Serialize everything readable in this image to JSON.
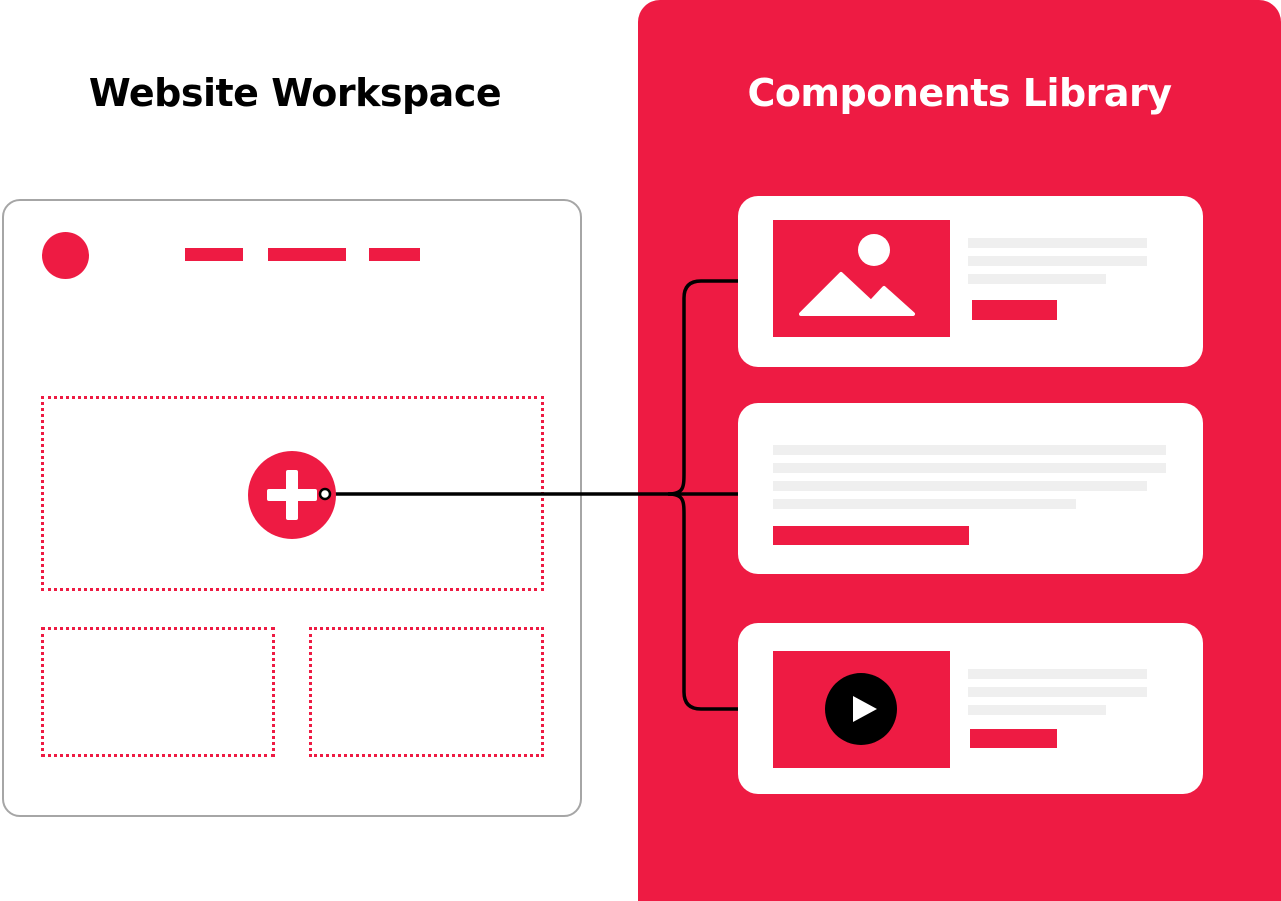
{
  "workspace": {
    "title": "Website Workspace",
    "add_icon": "plus-icon"
  },
  "library": {
    "title": "Components Library",
    "cards": [
      {
        "kind": "image-card",
        "icon": "image-icon"
      },
      {
        "kind": "text-card"
      },
      {
        "kind": "video-card",
        "icon": "play-icon"
      }
    ]
  },
  "colors": {
    "accent": "#ee1b43",
    "border": "#a6a6a6",
    "placeholder": "#efefef",
    "connector": "#000000"
  }
}
